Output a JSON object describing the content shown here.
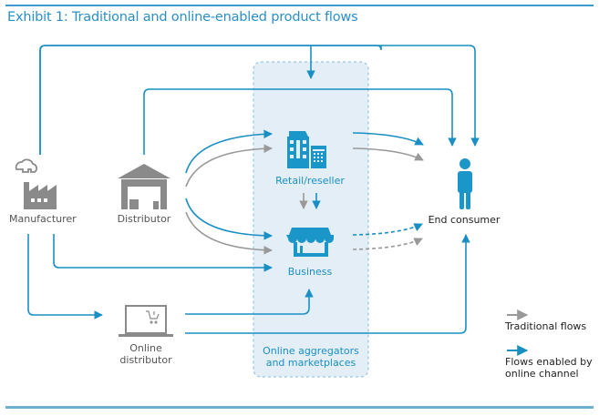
{
  "title": "Exhibit 1: Traditional and online-enabled product flows",
  "colors": {
    "online_flow": "#1a8fc4",
    "traditional_flow": "#999999",
    "icon_gray": "#8a8a8a",
    "icon_blue": "#1a96c8",
    "zone_fill": "#e4eef7",
    "zone_border": "#7fbcdf",
    "title": "#2a8fc7"
  },
  "nodes": {
    "manufacturer": "Manufacturer",
    "distributor": "Distributor",
    "retail": "Retail/reseller",
    "business": "Business",
    "end_consumer": "End consumer",
    "online_distributor_line1": "Online",
    "online_distributor_line2": "distributor"
  },
  "zone": {
    "label_line1": "Online aggregators",
    "label_line2": "and marketplaces"
  },
  "legend": {
    "traditional": "Traditional flows",
    "online_line1": "Flows enabled by",
    "online_line2": "online channel"
  }
}
